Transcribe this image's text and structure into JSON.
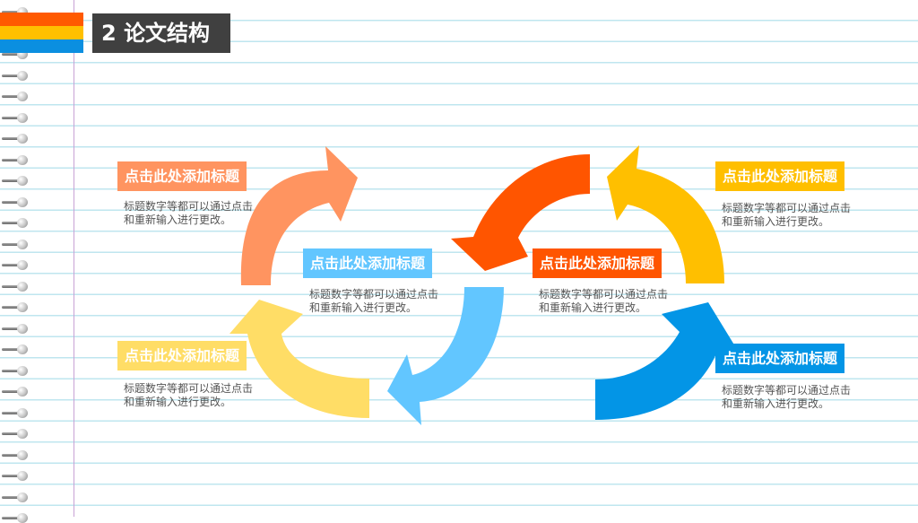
{
  "title": {
    "number": "2",
    "text": "论文结构"
  },
  "colors": {
    "stripe_top": "#ff5a00",
    "stripe_mid": "#ffc000",
    "stripe_bottom": "#0b8fe0",
    "salmon": "#ff9460",
    "light_yellow": "#ffdd66",
    "light_blue": "#62c6ff",
    "red_orange": "#ff5500",
    "golden": "#ffbf00",
    "blue": "#0395e6"
  },
  "blocks": [
    {
      "id": "top-left",
      "heading": "点击此处添加标题",
      "desc": "标题数字等都可以通过点击和重新输入进行更改。",
      "color": "#ff9460"
    },
    {
      "id": "bottom-left",
      "heading": "点击此处添加标题",
      "desc": "标题数字等都可以通过点击和重新输入进行更改。",
      "color": "#ffdd66"
    },
    {
      "id": "center-left",
      "heading": "点击此处添加标题",
      "desc": "标题数字等都可以通过点击和重新输入进行更改。",
      "color": "#62c6ff"
    },
    {
      "id": "center-right",
      "heading": "点击此处添加标题",
      "desc": "标题数字等都可以通过点击和重新输入进行更改。",
      "color": "#ff5500"
    },
    {
      "id": "top-right",
      "heading": "点击此处添加标题",
      "desc": "标题数字等都可以通过点击和重新输入进行更改。",
      "color": "#ffbf00"
    },
    {
      "id": "bottom-right",
      "heading": "点击此处添加标题",
      "desc": "标题数字等都可以通过点击和重新输入进行更改。",
      "color": "#0395e6"
    }
  ]
}
